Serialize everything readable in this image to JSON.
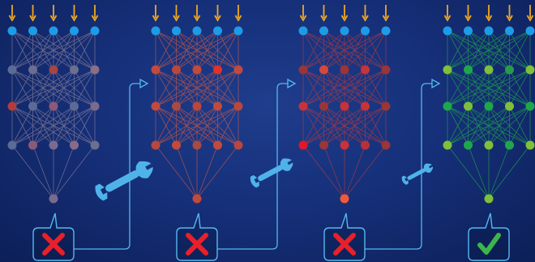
{
  "diagram": {
    "background": "#16307a",
    "colors": {
      "input_arrow": "#f2a81d",
      "input_node": "#1e9be6",
      "connector": "#55b7f0",
      "wrench": "#4fb3ea",
      "fail_mark": "#e8202a",
      "pass_mark": "#3cb44a"
    },
    "networks": [
      {
        "id": "net-1",
        "result": "fail",
        "edge_color": "#8a7d96",
        "node_colors": [
          [
            "#1e9be6",
            "#1e9be6",
            "#1e9be6",
            "#1e9be6",
            "#1e9be6"
          ],
          [
            "#5b6b95",
            "#6a6e90",
            "#a24646",
            "#6b6f90",
            "#8a6f86"
          ],
          [
            "#b23c3c",
            "#5b6b95",
            "#8c5a78",
            "#5b6b95",
            "#7a6b8e"
          ],
          [
            "#5b6b95",
            "#8a5a7a",
            "#7a6b8e",
            "#8a6a88",
            "#6b6f90"
          ],
          [
            "#7a6b8e"
          ]
        ]
      },
      {
        "id": "net-2",
        "result": "fail",
        "edge_color": "#c2584a",
        "node_colors": [
          [
            "#1e9be6",
            "#1e9be6",
            "#1e9be6",
            "#1e9be6",
            "#1e9be6"
          ],
          [
            "#c24a3c",
            "#b8473e",
            "#c24a3c",
            "#e0312a",
            "#c04a40"
          ],
          [
            "#c24a3c",
            "#a84a44",
            "#b8473e",
            "#c24a3c",
            "#b8473e"
          ],
          [
            "#b8473e",
            "#c24a3c",
            "#a84a44",
            "#c24a3c",
            "#b8473e"
          ],
          [
            "#c24a3c"
          ]
        ]
      },
      {
        "id": "net-3",
        "result": "fail",
        "edge_color": "#b03a40",
        "node_colors": [
          [
            "#1e9be6",
            "#1e9be6",
            "#1e9be6",
            "#1e9be6",
            "#1e9be6"
          ],
          [
            "#9a3538",
            "#d24a3c",
            "#9a3538",
            "#c8323a",
            "#9a3538"
          ],
          [
            "#c8323a",
            "#9a3538",
            "#c8323a",
            "#c8323a",
            "#9a3538"
          ],
          [
            "#e01828",
            "#9a3538",
            "#c8323a",
            "#b8303a",
            "#9a3538"
          ],
          [
            "#f05a3a"
          ]
        ]
      },
      {
        "id": "net-4",
        "result": "pass",
        "edge_color": "#1ea74a",
        "node_colors": [
          [
            "#1e9be6",
            "#1e9be6",
            "#1e9be6",
            "#1e9be6",
            "#1e9be6"
          ],
          [
            "#7fbf3a",
            "#1ea74a",
            "#7fbf3a",
            "#2a9a4a",
            "#7fbf3a"
          ],
          [
            "#1ea74a",
            "#7fbf3a",
            "#1ea74a",
            "#7fbf3a",
            "#1ea74a"
          ],
          [
            "#7fbf3a",
            "#1ea74a",
            "#7fbf3a",
            "#1ea74a",
            "#7fbf3a"
          ],
          [
            "#7fbf3a"
          ]
        ]
      }
    ],
    "wrench_icons": [
      "wrench-icon",
      "wrench-icon",
      "wrench-icon"
    ],
    "feedback_connectors": 3
  }
}
